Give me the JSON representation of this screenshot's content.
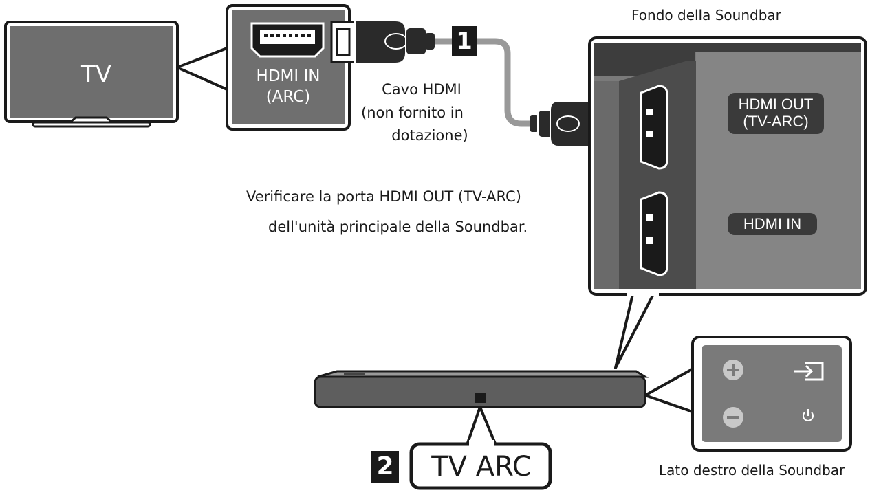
{
  "tv": {
    "label": "TV"
  },
  "tv_port": {
    "line1": "HDMI IN",
    "line2": "(ARC)"
  },
  "cable": {
    "step": "1",
    "line1": "Cavo HDMI",
    "line2": "(non fornito in",
    "line3": "dotazione)"
  },
  "soundbar_bottom": {
    "title": "Fondo della Soundbar",
    "port_out_line1": "HDMI OUT",
    "port_out_line2": "(TV-ARC)",
    "port_in": "HDMI IN"
  },
  "instruction": {
    "line1": "Verificare la porta HDMI OUT (TV-ARC)",
    "line2": "dell'unità principale della Soundbar."
  },
  "soundbar_display": {
    "step": "2",
    "text": "TV ARC"
  },
  "soundbar_right": {
    "title": "Lato destro della Soundbar"
  },
  "icons": [
    "plus-icon",
    "minus-icon",
    "input-source-icon",
    "power-icon"
  ]
}
